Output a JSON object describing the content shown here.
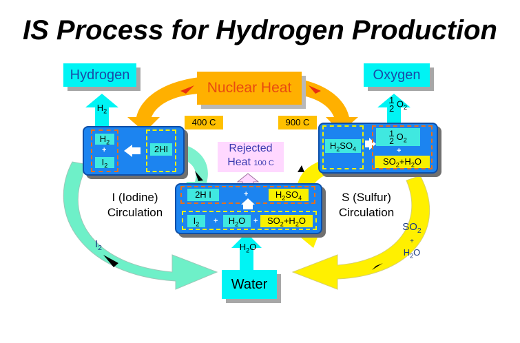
{
  "title": "IS Process for Hydrogen Production",
  "hydrogen_label": "Hydrogen",
  "oxygen_label": "Oxygen",
  "nuclear_heat": "Nuclear Heat",
  "temp_left": "400 C",
  "temp_right": "900 C",
  "rejected_heat": "Rejected",
  "rejected_heat_2": "Heat",
  "rejected_temp": "100 C",
  "h2_out": "H",
  "h2_out_sub": "2",
  "o2_out_frac_num": "1",
  "o2_out_frac_den": "2",
  "o2_out": "O",
  "o2_out_sub": "2",
  "left_panel": {
    "h2": "H",
    "h2_sub": "2",
    "plus": "+",
    "i2": "I",
    "i2_sub": "2",
    "hi": "2HI"
  },
  "right_panel": {
    "h2so4": "H",
    "h2so4_sub1": "2",
    "h2so4_mid": "SO",
    "h2so4_sub2": "4",
    "frac_num": "1",
    "frac_den": "2",
    "o2": "O",
    "o2_sub": "2",
    "plus": "+",
    "so2h2o": "SO",
    "so2h2o_sub": "2",
    "so2h2o_mid": "+H",
    "so2h2o_sub2": "2",
    "so2h2o_end": "O"
  },
  "center_panel": {
    "hi": "2H I",
    "plus": "+",
    "h2so4": "H",
    "h2so4_sub1": "2",
    "h2so4_mid": "SO",
    "h2so4_sub2": "4",
    "i2": "I",
    "i2_sub": "2",
    "h2o": "H",
    "h2o_sub": "2",
    "h2o_end": "O",
    "so2h2o": "SO",
    "so2h2o_sub": "2",
    "so2h2o_mid": "+H",
    "so2h2o_sub2": "2",
    "so2h2o_end": "O"
  },
  "iodine_line1": "I (Iodine)",
  "iodine_line2": "Circulation",
  "sulfur_line1": "S (Sulfur)",
  "sulfur_line2": "Circulation",
  "i2_loop": "I",
  "i2_loop_sub": "2",
  "so2_loop": "SO",
  "so2_loop_sub": "2",
  "so2_loop_plus": "+",
  "h2o_loop": "H",
  "h2o_loop_sub": "2",
  "h2o_loop_end": "O",
  "water_in": "H",
  "water_in_sub": "2",
  "water_in_end": "O",
  "water_label": "Water",
  "colors": {
    "cyan": "#00f4f4",
    "panel_blue": "#1c84f0",
    "nuclear_orange": "#ffb000",
    "iodine_green": "#6ef0c8",
    "sulfur_yellow": "#fff000"
  }
}
